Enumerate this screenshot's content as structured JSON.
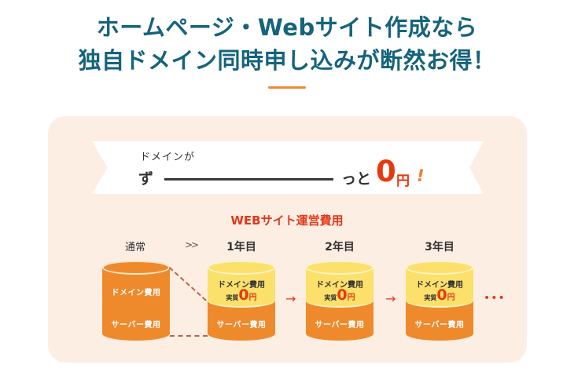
{
  "headline": {
    "line1": "ホームページ・Webサイト作成なら",
    "line2": "独自ドメイン同時申し込みが断然お得！"
  },
  "ribbon": {
    "subtitle": "ドメインが",
    "zu": "ず",
    "tto": "っと",
    "zero": "0",
    "yen": "円",
    "exclaim": "!"
  },
  "section": {
    "title": "WEBサイト運営費用"
  },
  "columns": {
    "usual": "通常",
    "chevron": ">>",
    "year1": "1年目",
    "year2": "2年目",
    "year3": "3年目"
  },
  "cylinders": {
    "usual": {
      "top": "ドメイン費用",
      "bottom": "サーバー費用"
    },
    "year1": {
      "top": "ドメイン費用",
      "jisshitsu": "実質",
      "zero": "0",
      "yen": "円",
      "bottom": "サーバー費用"
    },
    "year2": {
      "top": "ドメイン費用",
      "jisshitsu": "実質",
      "zero": "0",
      "yen": "円",
      "bottom": "サーバー費用"
    },
    "year3": {
      "top": "ドメイン費用",
      "jisshitsu": "実質",
      "zero": "0",
      "yen": "円",
      "bottom": "サーバー費用"
    }
  },
  "arrows": {
    "symbol": "→"
  },
  "ellipsis": "•••",
  "colors": {
    "headline": "#15637c",
    "accent_orange": "#ef8a2c",
    "accent_red": "#e8380d",
    "panel_bg": "#fdeee3",
    "cyl_yellow": "#fbe06b"
  }
}
